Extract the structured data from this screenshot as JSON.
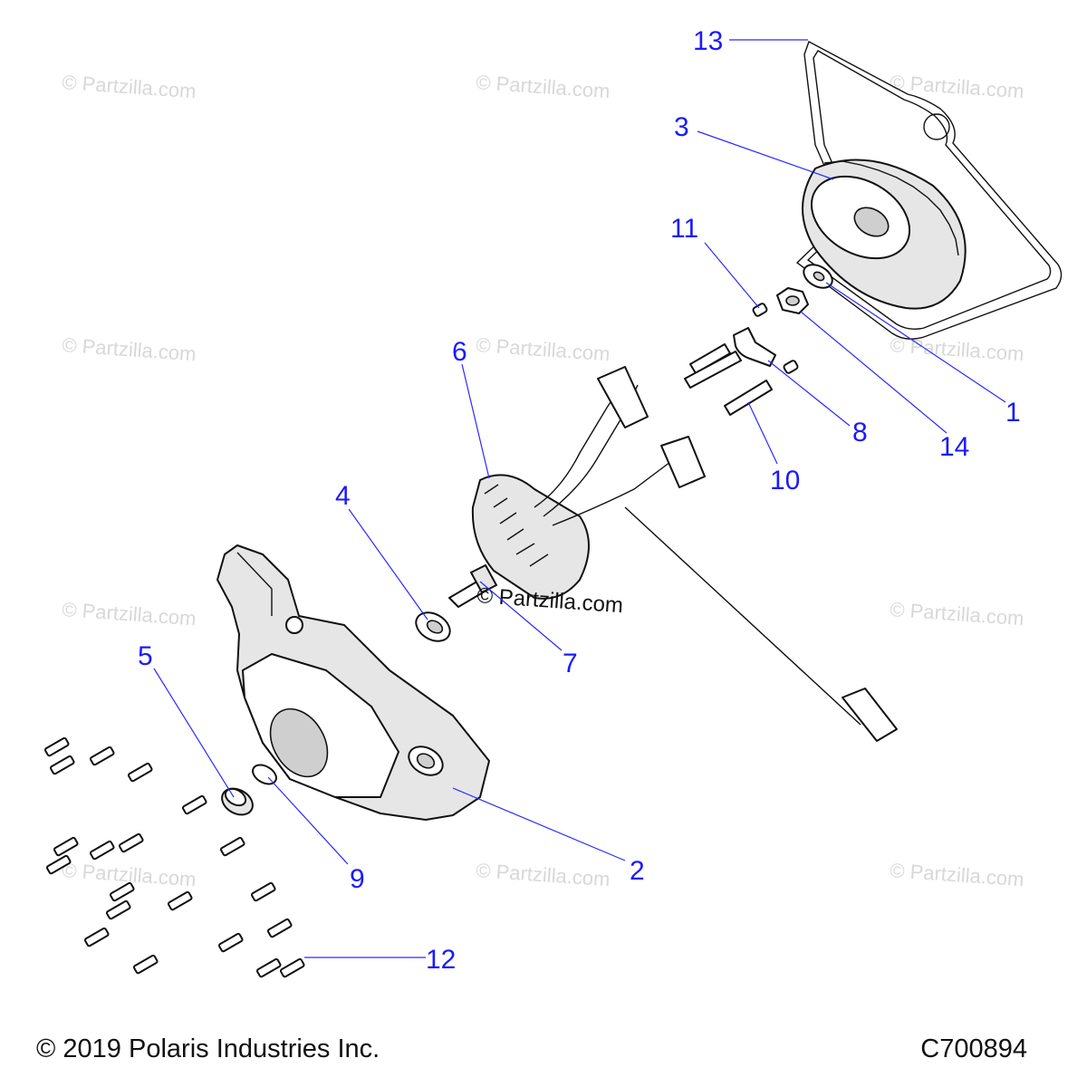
{
  "watermark": {
    "text": "© Partzilla.com",
    "center_text": "© Partzilla.com"
  },
  "callouts": [
    {
      "num": "1"
    },
    {
      "num": "2"
    },
    {
      "num": "3"
    },
    {
      "num": "4"
    },
    {
      "num": "5"
    },
    {
      "num": "6"
    },
    {
      "num": "7"
    },
    {
      "num": "8"
    },
    {
      "num": "9"
    },
    {
      "num": "10"
    },
    {
      "num": "11"
    },
    {
      "num": "12"
    },
    {
      "num": "13"
    },
    {
      "num": "14"
    }
  ],
  "footer": {
    "copyright": "© 2019 Polaris Industries Inc.",
    "diagram_code": "C700894"
  },
  "colors": {
    "callout": "#1a1aff",
    "leader": "#2a2aff",
    "line_art": "#111111",
    "watermark": "#d8d8d8"
  }
}
